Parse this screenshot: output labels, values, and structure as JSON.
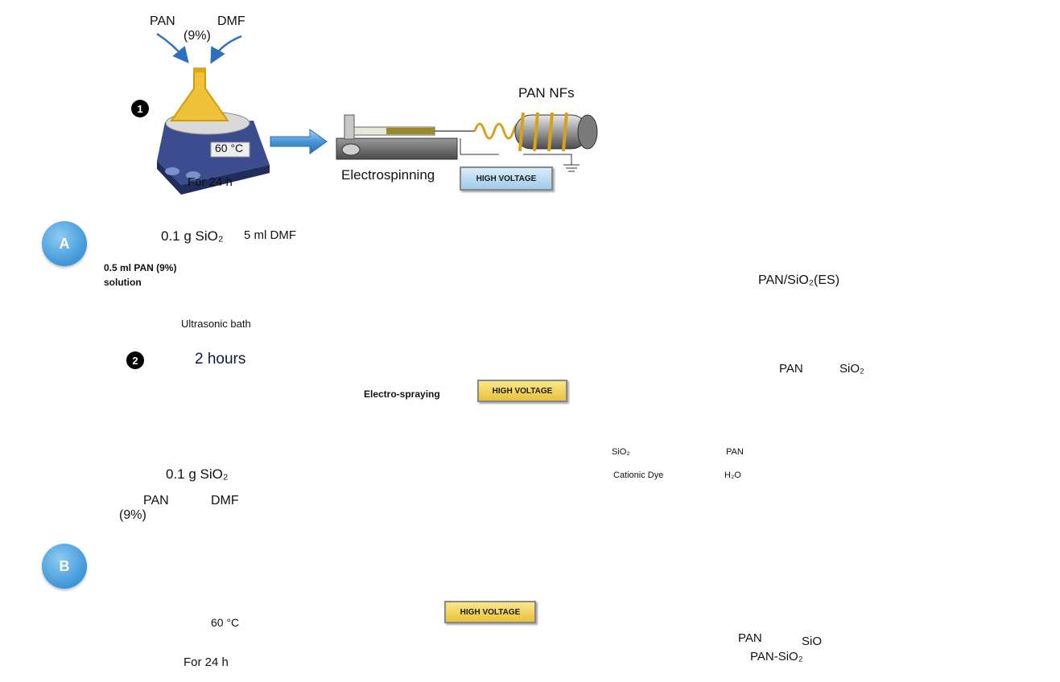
{
  "panel_labels": {
    "a": "A",
    "b": "B",
    "step1": "❶",
    "step2": "❷"
  },
  "row1": {
    "pan": "PAN",
    "dmf": "DMF",
    "conc": "(9%)",
    "temp": "60 °C",
    "duration": "For 24 h",
    "process": "Electrospinning",
    "voltage": "HIGH VOLTAGE",
    "product": "PAN NFs"
  },
  "row2": {
    "silica": "0.1 g SiO₂",
    "dmf": "5 ml DMF",
    "pan_solution_line1": "0.5 ml PAN (9%)",
    "pan_solution_line2": "solution",
    "bath_label": "Ultrasonic bath",
    "bath_time": "2 hours",
    "process": "Electro-spraying",
    "voltage": "HIGH VOLTAGE",
    "product_title": "PAN/SiO₂(ES)",
    "legend_pan": "PAN",
    "legend_sio2": "SiO₂"
  },
  "row3": {
    "silica": "0.1 g SiO₂",
    "pan": "PAN",
    "conc": "(9%)",
    "dmf": "DMF",
    "temp": "60 °C",
    "duration": "For 24 h",
    "voltage": "HIGH VOLTAGE",
    "legend_pan": "PAN",
    "legend_sio": "SiO",
    "product_title": "PAN-SiO₂"
  },
  "filtration_legend": {
    "sio2": "SiO₂",
    "pan": "PAN",
    "dye": "Cationic Dye",
    "water": "H₂O"
  },
  "colors": {
    "arrow_blue": "#3f8fd2",
    "fiber_gold": "#c99a1f",
    "fiber_green": "#6fbf2a",
    "membrane_purple": "#8a2ccf",
    "label_circle": "#4a9fe0"
  }
}
